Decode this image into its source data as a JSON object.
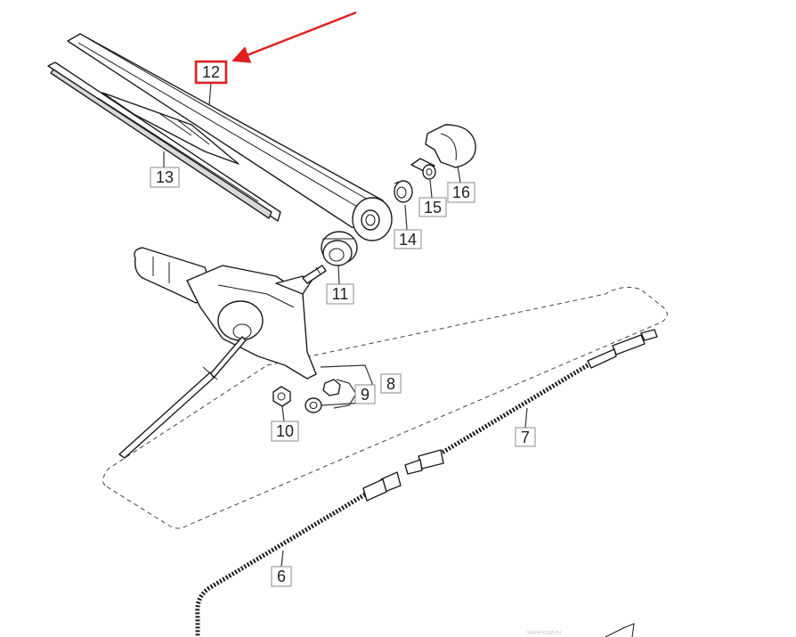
{
  "callouts": {
    "c12": "12",
    "c13": "13",
    "c14": "14",
    "c15": "15",
    "c16": "16",
    "c11": "11",
    "c8": "8",
    "c9": "9",
    "c10": "10",
    "c7": "7",
    "c6": "6"
  },
  "watermark": "www.ecat.ru",
  "colors": {
    "highlight": "#e02020",
    "line": "#1c1c1c"
  }
}
